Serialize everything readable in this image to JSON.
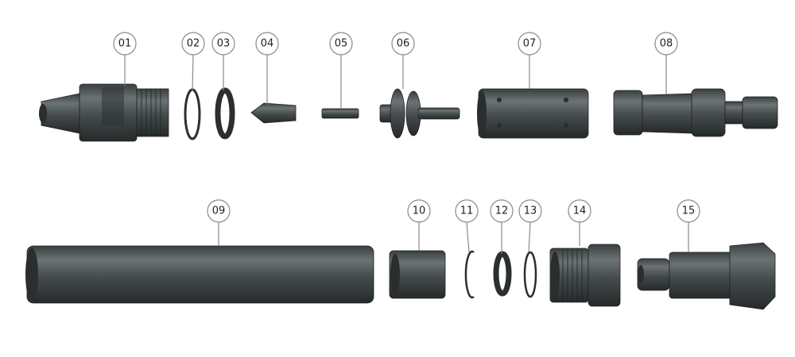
{
  "diagram": {
    "parts": [
      {
        "id": "01",
        "label": "01"
      },
      {
        "id": "02",
        "label": "02"
      },
      {
        "id": "03",
        "label": "03"
      },
      {
        "id": "04",
        "label": "04"
      },
      {
        "id": "05",
        "label": "05"
      },
      {
        "id": "06",
        "label": "06"
      },
      {
        "id": "07",
        "label": "07"
      },
      {
        "id": "08",
        "label": "08"
      },
      {
        "id": "09",
        "label": "09"
      },
      {
        "id": "10",
        "label": "10"
      },
      {
        "id": "11",
        "label": "11"
      },
      {
        "id": "12",
        "label": "12"
      },
      {
        "id": "13",
        "label": "13"
      },
      {
        "id": "14",
        "label": "14"
      },
      {
        "id": "15",
        "label": "15"
      }
    ],
    "colors": {
      "metal_dark": "#2a2e2f",
      "metal_light": "#6c7374",
      "callout_stroke": "#8a8a8a"
    }
  }
}
